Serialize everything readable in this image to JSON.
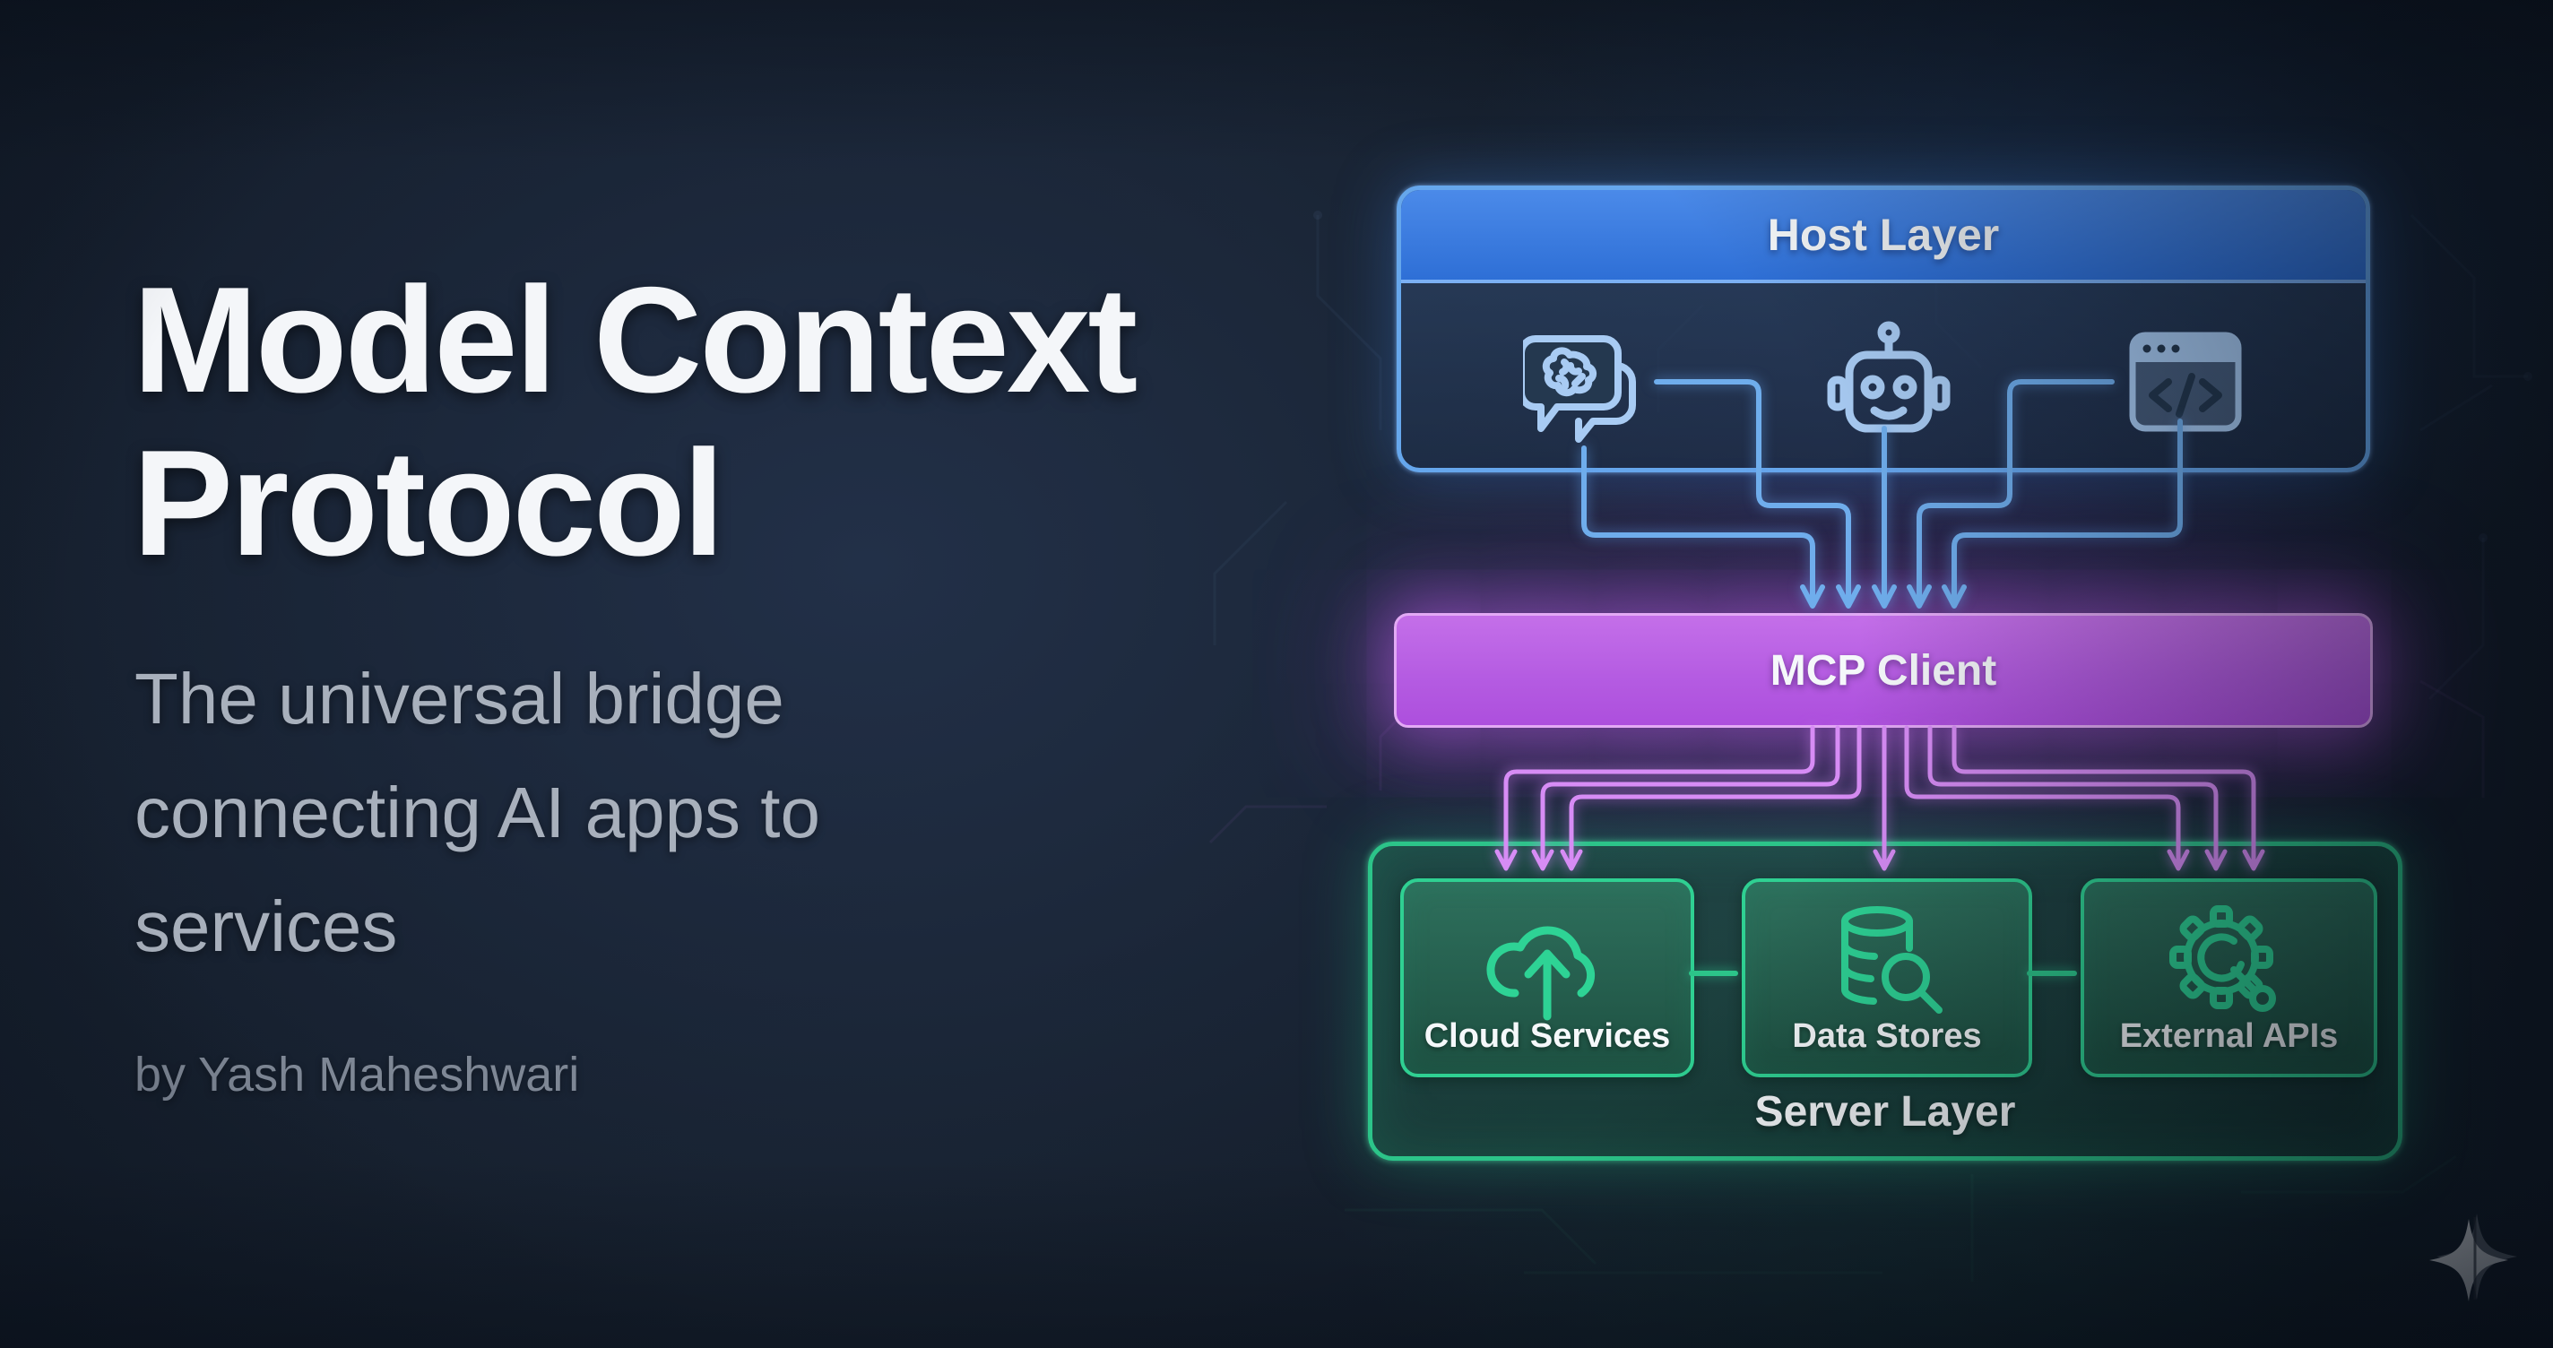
{
  "page": {
    "title_line1": "Model Context",
    "title_line2": "Protocol",
    "subtitle_lines": [
      "The universal bridge",
      "connecting AI apps to",
      "services"
    ],
    "byline": "by Yash Maheshwari"
  },
  "diagram": {
    "host_layer": {
      "label": "Host Layer",
      "icons": [
        "chat-brain-icon",
        "robot-icon",
        "code-window-icon"
      ]
    },
    "mcp_client": {
      "label": "MCP Client"
    },
    "server_layer": {
      "label": "Server Layer",
      "boxes": [
        {
          "label": "Cloud Services",
          "icon": "cloud-upload-icon"
        },
        {
          "label": "Data Stores",
          "icon": "database-search-icon"
        },
        {
          "label": "External APIs",
          "icon": "gear-api-icon"
        }
      ]
    }
  },
  "colors": {
    "title_text": "#f4f6f9",
    "subtitle_text": "#a8b0bc",
    "byline_text": "#7e8795",
    "host_header_blue": "#3f7fe0",
    "host_border_blue": "#66a7ec",
    "host_icon_blue": "#a8cbf3",
    "arrow_blue": "#6fadec",
    "mcp_purple": "#b55ce2",
    "mcp_border": "#e3aaf5",
    "arrow_purple": "#d78cf5",
    "server_green": "#2cc489",
    "server_green_light": "#2fd092",
    "server_icon_green": "#2ed395",
    "label_white": "#f5f8fa"
  }
}
